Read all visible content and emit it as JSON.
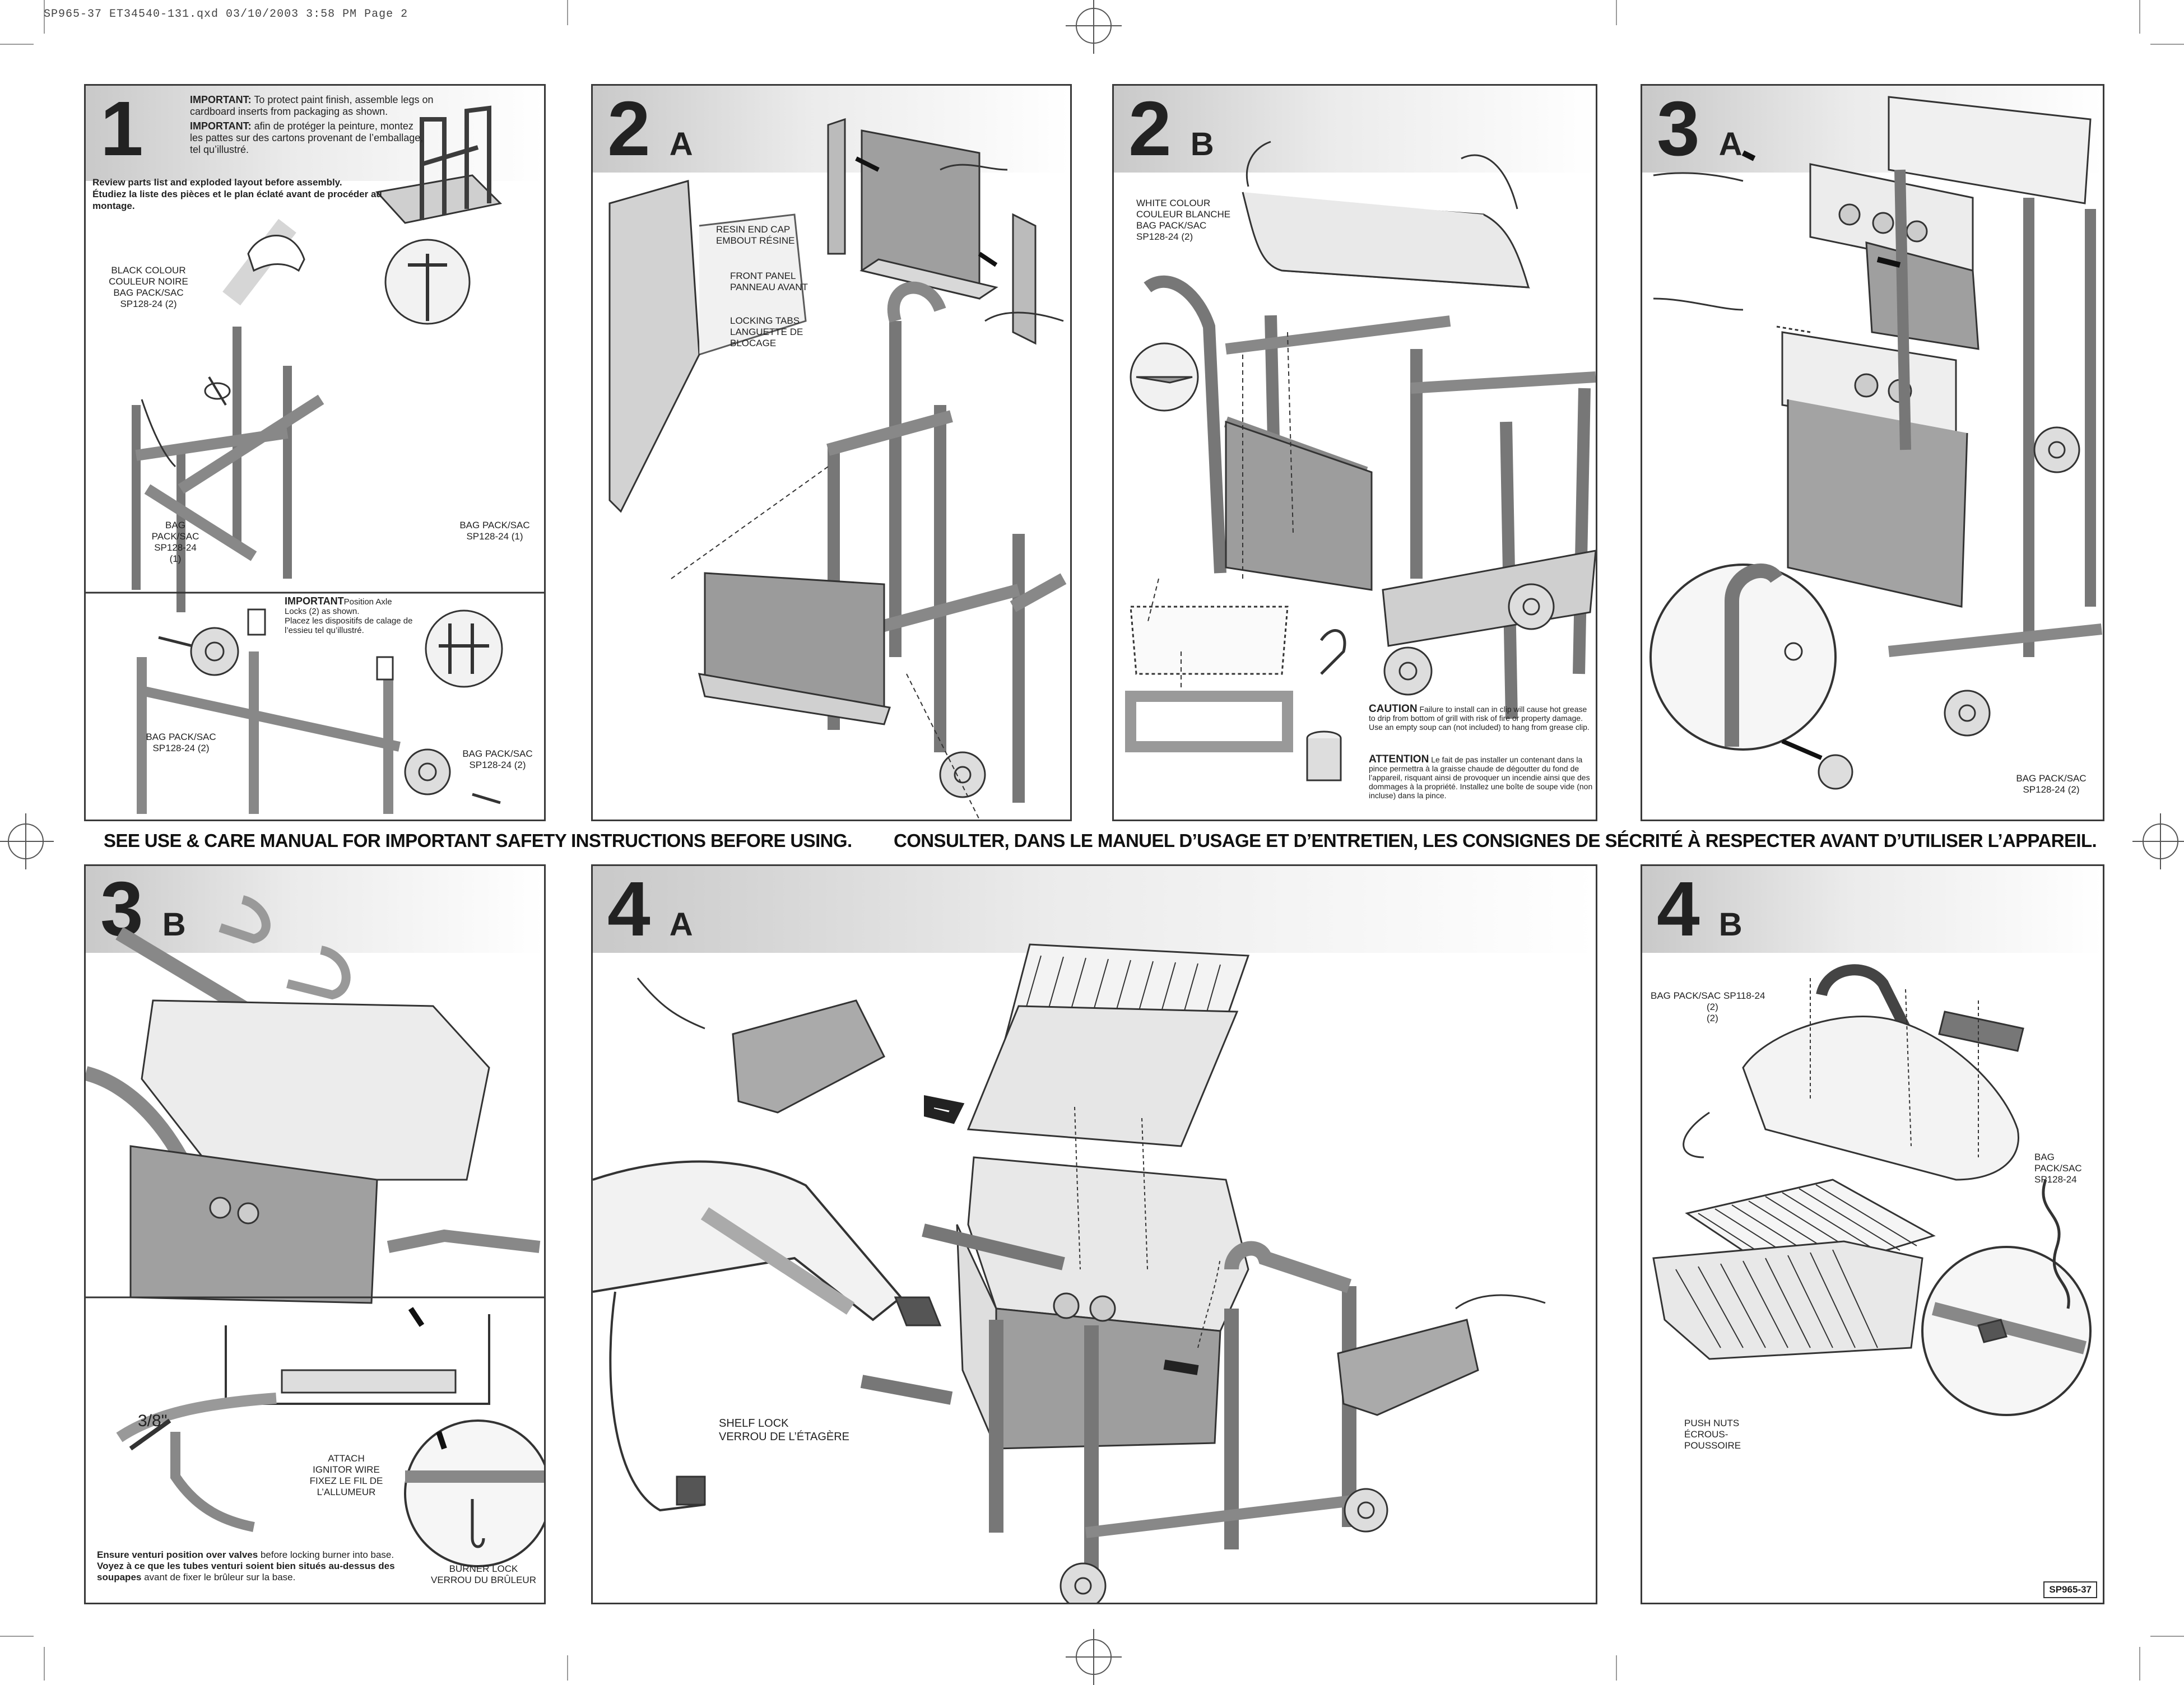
{
  "slug": "SP965-37 ET34540-131.qxd  03/10/2003  3:58 PM  Page 2",
  "banner": {
    "en": "SEE USE &  CARE MANUAL FOR IMPORTANT SAFETY INSTRUCTIONS BEFORE USING.",
    "fr": "CONSULTER, DANS LE MANUEL D’USAGE ET D’ENTRETIEN, LES CONSIGNES DE SÉCRITÉ À RESPECTER AVANT D’UTILISER L’APPAREIL."
  },
  "step1": {
    "num": "1",
    "important_en_label": "IMPORTANT:",
    "important_en": "To protect paint finish, assemble legs on cardboard inserts from packaging as shown.",
    "important_fr_label": "IMPORTANT:",
    "important_fr": "afin de protéger la peinture, montez les pattes sur des cartons provenant de l’emballage, tel qu’illustré.",
    "review_en": "Review parts list and exploded layout before assembly.",
    "review_fr": "Étudiez la liste des pièces et le plan éclaté avant de procéder au montage.",
    "label_black": [
      "BLACK COLOUR",
      "COULEUR NOIRE",
      "BAG PACK/SAC",
      "SP128-24 (2)"
    ],
    "label_bag1": [
      "BAG",
      "PACK/SAC",
      "SP128-24",
      "(1)"
    ],
    "label_bag1_right": [
      "BAG PACK/SAC",
      "SP128-24 (1)"
    ],
    "axle_title": "IMPORTANT",
    "axle_en": "Position Axle Locks (2) as shown.",
    "axle_fr": "Placez les dispositifs de calage de l’essieu tel qu’illustré.",
    "label_bag2_left": [
      "BAG PACK/SAC",
      "SP128-24 (2)"
    ],
    "label_bag2_right": [
      "BAG PACK/SAC",
      "SP128-24 (2)"
    ]
  },
  "step2a": {
    "num": "2",
    "sub": "A",
    "resin": [
      "RESIN END CAP",
      "EMBOUT RÉSINE"
    ],
    "front": [
      "FRONT PANEL",
      "PANNEAU AVANT"
    ],
    "tabs": [
      "LOCKING TABS",
      "LANGUETTE DE",
      "BLOCAGE"
    ]
  },
  "step2b": {
    "num": "2",
    "sub": "B",
    "white": [
      "WHITE COLOUR",
      "COULEUR BLANCHE",
      "BAG PACK/SAC",
      "SP128-24 (2)"
    ],
    "caution_title": "CAUTION",
    "caution_text": "Failure to install can in clip will cause hot grease to drip from bottom of grill with risk of fire or property damage. Use an empty soup can (not included) to hang from grease clip.",
    "attention_title": "ATTENTION",
    "attention_text": "Le fait de pas installer un contenant dans la pince permettra à la graisse chaude de dégoutter du fond de l’appareil, risquant ainsi de provoquer un incendie ainsi que des dommages à la propriété. Installez une boîte de soupe vide (non incluse) dans la pince."
  },
  "step3a": {
    "num": "3",
    "sub": "A",
    "bag": [
      "BAG PACK/SAC",
      "SP128-24 (2)"
    ]
  },
  "step3b": {
    "num": "3",
    "sub": "B",
    "dimension": "3/8\"",
    "ignitor": [
      "ATTACH",
      "IGNITOR WIRE",
      "FIXEZ LE FIL DE",
      "L’ALLUMEUR"
    ],
    "burner_lock": [
      "BURNER LOCK",
      "VERROU DU BRÛLEUR"
    ],
    "venturi_en_b": "Ensure venturi position over valves",
    "venturi_en": " before locking burner into base.",
    "venturi_fr_b": "Voyez à ce que les tubes venturi soient bien situés au-dessus des soupapes",
    "venturi_fr": " avant de fixer le brûleur sur la base."
  },
  "step4a": {
    "num": "4",
    "sub": "A",
    "shelf": [
      "SHELF LOCK",
      "VERROU DE L’ÉTAGÈRE"
    ]
  },
  "step4b": {
    "num": "4",
    "sub": "B",
    "bag118": [
      "BAG PACK/SAC SP118-24",
      "(2)",
      "(2)"
    ],
    "bag128": [
      "BAG",
      "PACK/SAC",
      "SP128-24"
    ],
    "push": [
      "PUSH NUTS",
      "ÉCROUS-",
      "POUSSOIRE"
    ],
    "code": "SP965-37"
  }
}
